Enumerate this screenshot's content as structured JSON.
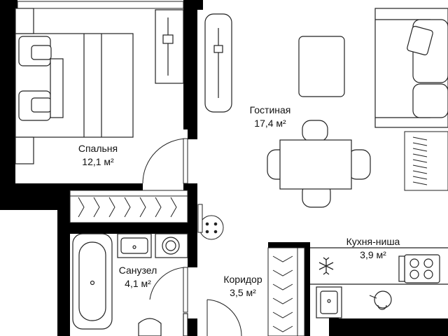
{
  "plan": {
    "colors": {
      "wall": "#000000",
      "furniture": "#222222",
      "background": "#ffffff"
    },
    "rooms": [
      {
        "id": "bedroom",
        "name": "Спальня",
        "area": "12,1 м²"
      },
      {
        "id": "living",
        "name": "Гостиная",
        "area": "17,4 м²"
      },
      {
        "id": "kitchen",
        "name": "Кухня-ниша",
        "area": "3,9 м²"
      },
      {
        "id": "bathroom",
        "name": "Санузел",
        "area": "4,1 м²"
      },
      {
        "id": "corridor",
        "name": "Коридор",
        "area": "3,5 м²"
      }
    ],
    "icons": [
      "bed-icon",
      "sofa-icon",
      "table-icon",
      "chair-icon",
      "wardrobe-icon",
      "bathtub-icon",
      "sink-icon",
      "washing-machine-icon",
      "toilet-icon",
      "stove-icon",
      "fridge-icon",
      "radiator-icon",
      "tv-stand-icon",
      "door-icon",
      "window-icon"
    ]
  }
}
